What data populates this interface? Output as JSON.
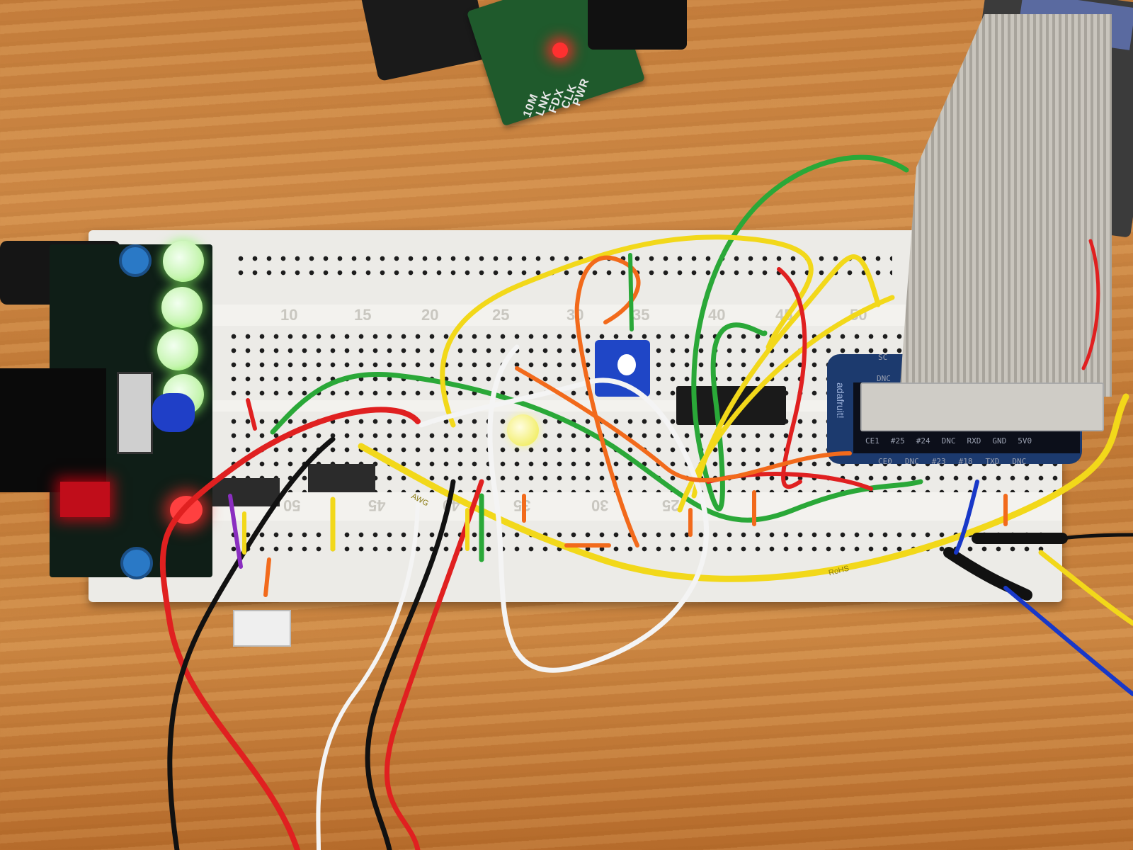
{
  "scene": {
    "description": "Photograph of a solderless breadboard prototyping circuit on a wooden table",
    "surface": "wooden table",
    "colors": {
      "wood": "#c8813e",
      "breadboard": "#ecebe7",
      "psu_board": "#0f1e17",
      "cobbler_board": "#1c3a6e",
      "wire_red": "#e02020",
      "wire_black": "#111111",
      "wire_yellow": "#f2d81a",
      "wire_green": "#2aa838",
      "wire_orange": "#f26a1b",
      "wire_white": "#f4f4f4",
      "wire_blue": "#1838c8"
    }
  },
  "breadboard": {
    "top_row_numbers": [
      "10",
      "15",
      "20",
      "25",
      "30",
      "35",
      "40",
      "45",
      "50"
    ],
    "bottom_row_numbers": [
      "50",
      "45",
      "40",
      "35",
      "30",
      "25"
    ]
  },
  "top_board": {
    "silkscreen": [
      "CLK",
      "PWR",
      "FDX",
      "LNK",
      "10M"
    ]
  },
  "cobbler": {
    "brand": "adafruit!",
    "top_pin_label": "DNC",
    "top_pin_label2": "SC",
    "pin_labels_row1": [
      "CE1",
      "#25",
      "#24",
      "DNC",
      "RXD",
      "GND",
      "5V0"
    ],
    "pin_labels_row2": [
      "CE0",
      "DNC",
      "#23",
      "#18",
      "TXD",
      "DNC"
    ]
  },
  "wire_markings": {
    "yellow_wire_1": "AWG",
    "yellow_wire_2": "RoHS"
  }
}
